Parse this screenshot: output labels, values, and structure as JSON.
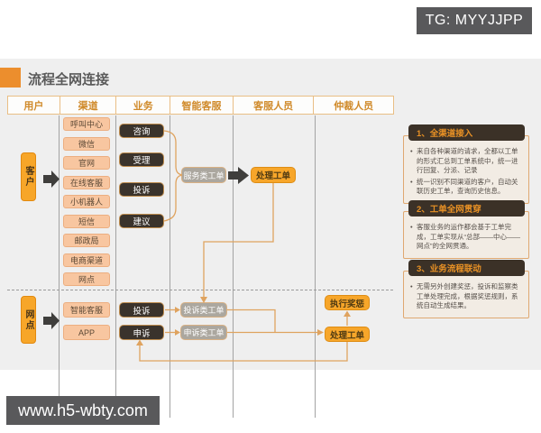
{
  "top_bar": {
    "badge": "TG: MYYJJPP"
  },
  "footer": {
    "badge": "www.h5-wbty.com"
  },
  "title": "流程全网连接",
  "columns": [
    "用户",
    "渠道",
    "业务",
    "智能客服",
    "客服人员",
    "仲裁人员"
  ],
  "actors": {
    "customer": "客户",
    "branch": "网点"
  },
  "channels_top": [
    "呼叫中心",
    "微信",
    "官网",
    "在线客服",
    "小机器人",
    "短信",
    "邮政局",
    "电商渠道",
    "网点"
  ],
  "channels_bottom": [
    "智能客服",
    "APP"
  ],
  "business_top": [
    "咨询",
    "受理",
    "投诉",
    "建议"
  ],
  "business_bottom": [
    "投诉",
    "申诉"
  ],
  "orders": {
    "service": "服务类工单",
    "complaint": "投诉类工单",
    "appeal": "申诉类工单"
  },
  "actions": {
    "handle_top": "处理工单",
    "handle_bottom": "处理工单",
    "reward": "执行奖惩"
  },
  "panels": [
    {
      "title": "1、全渠道接入",
      "bullets": [
        "来自各种渠道的请求，全都以工单的形式汇总到工单系统中，统一进行回复、分派、记录",
        "统一识别不同渠道的客户，自动关联历史工单，查询历史信息。"
      ]
    },
    {
      "title": "2、工单全网贯穿",
      "bullets": [
        "客服业务的运作都会基于工单完成，工单实现从“总部——中心——网点”的全网贯通。"
      ]
    },
    {
      "title": "3、业务流程联动",
      "bullets": [
        "无需另外创建奖惩，投诉和监察类工单处理完成，根据奖惩规则，系统自动生成结果。"
      ]
    }
  ],
  "colors": {
    "accent_orange": "#ec8e2d",
    "box_orange": "#f7a62a",
    "box_salmon": "#f8c6a0",
    "box_dark": "#3a332c",
    "box_gray": "#aba79f",
    "flow_line": "#dfa35f",
    "badge_bg": "#59595b",
    "canvas_bg": "#efefef"
  }
}
